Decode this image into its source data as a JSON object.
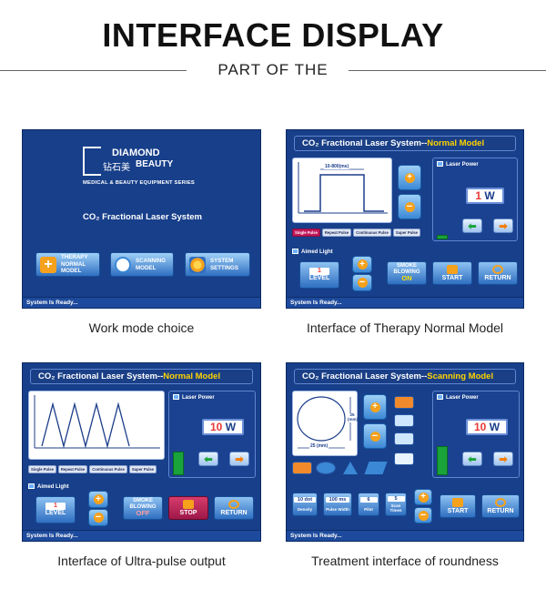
{
  "header": {
    "title": "INTERFACE DISPLAY",
    "subtitle": "PART OF THE"
  },
  "captions": {
    "p1": "Work mode choice",
    "p2": "Interface of Therapy Normal Model",
    "p3": "Interface of Ultra-pulse output",
    "p4": "Treatment interface of roundness"
  },
  "colors": {
    "panel_bg": "#173f8a",
    "accent_yellow": "#ffd400",
    "start_red": "#c2185b",
    "green": "#1aa33a",
    "orange": "#f57c00"
  },
  "status": "System Is Ready...",
  "p1": {
    "brand_line1": "DIAMOND",
    "brand_chinese": "钻石美",
    "brand_line2": "BEAUTY",
    "tagline": "MEDICAL & BEAUTY EQUIPMENT SERIES",
    "system_name": "CO₂ Fractional Laser System",
    "buttons": [
      {
        "label": "THERAPY NORMAL MODEL",
        "icon": "plus-icon"
      },
      {
        "label": "SCANNING MODEL",
        "icon": "magnifier-icon"
      },
      {
        "label": "SYSTEM SETTINGS",
        "icon": "gear-icon"
      }
    ]
  },
  "p2": {
    "title_main": "CO₂ Fractional Laser System--",
    "title_mode": "Normal Model",
    "wave_label": "10-800(ms)",
    "pulse_modes": [
      "Single Pulse",
      "Repeat Pulse",
      "Continuous Pulse",
      "Super Pulse"
    ],
    "selected_mode": "Single Pulse",
    "laser_power_label": "Laser Power",
    "power_value": "1",
    "power_unit": "W",
    "aimed_light_label": "Aimed Light",
    "aimed_value": "1",
    "aimed_unit": "LEVEL",
    "smoke_label": "SMOKE BLOWING",
    "smoke_state": "ON",
    "start_label": "START",
    "return_label": "RETURN"
  },
  "p3": {
    "title_main": "CO₂ Fractional Laser System--",
    "title_mode": "Normal Model",
    "pulse_modes": [
      "Single Pulse",
      "Repeat Pulse",
      "Continuous Pulse",
      "Super Pulse"
    ],
    "laser_power_label": "Laser Power",
    "power_value": "10",
    "power_unit": "W",
    "aimed_light_label": "Aimed Light",
    "aimed_value": "1",
    "aimed_unit": "LEVEL",
    "smoke_label": "SMOKE BLOWING",
    "smoke_state": "OFF",
    "stop_label": "STOP",
    "return_label": "RETURN"
  },
  "p4": {
    "title_main": "CO₂ Fractional Laser System--",
    "title_mode": "Scanning Model",
    "dim_w": "25 (mm)",
    "dim_h": "25 (mm)",
    "laser_power_label": "Laser Power",
    "power_value": "10",
    "power_unit": "W",
    "density_value": "10 dot",
    "density_label": "Density",
    "pulse_width_value": "100 ms",
    "pulse_width_label": "Pulse Width",
    "pilot_value": "6",
    "pilot_label": "Pilot",
    "scan_value": "5",
    "scan_label": "Scan Times",
    "start_label": "START",
    "return_label": "RETURN"
  }
}
